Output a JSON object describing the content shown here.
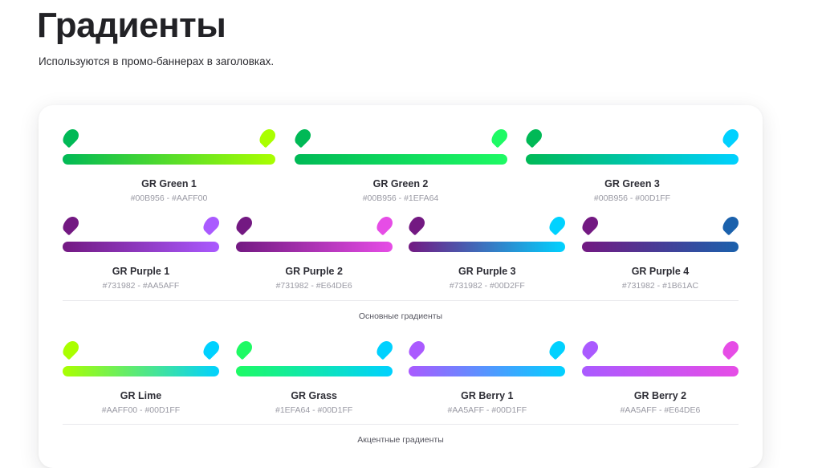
{
  "header": {
    "title": "Градиенты",
    "subtitle": "Используются в промо-баннерах в заголовках."
  },
  "sections": [
    {
      "caption": "Основные градиенты",
      "rows": [
        {
          "items": [
            {
              "name": "GR Green 1",
              "codes": "#00B956 - #AAFF00",
              "from": "#00B956",
              "to": "#AAFF00"
            },
            {
              "name": "GR Green 2",
              "codes": "#00B956 - #1EFA64",
              "from": "#00B956",
              "to": "#1EFA64"
            },
            {
              "name": "GR Green 3",
              "codes": "#00B956 - #00D1FF",
              "from": "#00B956",
              "to": "#00D1FF"
            }
          ]
        },
        {
          "items": [
            {
              "name": "GR Purple 1",
              "codes": "#731982 - #AA5AFF",
              "from": "#731982",
              "to": "#AA5AFF"
            },
            {
              "name": "GR Purple 2",
              "codes": "#731982 - #E64DE6",
              "from": "#731982",
              "to": "#E64DE6"
            },
            {
              "name": "GR Purple 3",
              "codes": "#731982 - #00D2FF",
              "from": "#731982",
              "to": "#00D2FF"
            },
            {
              "name": "GR Purple 4",
              "codes": "#731982 - #1B61AC",
              "from": "#731982",
              "to": "#1B61AC"
            }
          ]
        }
      ]
    },
    {
      "caption": "Акцентные градиенты",
      "rows": [
        {
          "items": [
            {
              "name": "GR Lime",
              "codes": "#AAFF00 - #00D1FF",
              "from": "#AAFF00",
              "to": "#00D1FF"
            },
            {
              "name": "GR Grass",
              "codes": "#1EFA64 - #00D1FF",
              "from": "#1EFA64",
              "to": "#00D1FF"
            },
            {
              "name": "GR Berry 1",
              "codes": "#AA5AFF - #00D1FF",
              "from": "#AA5AFF",
              "to": "#00D1FF"
            },
            {
              "name": "GR Berry 2",
              "codes": "#AA5AFF - #E64DE6",
              "from": "#AA5AFF",
              "to": "#E64DE6"
            }
          ]
        }
      ]
    }
  ],
  "theme": {
    "page_background": "#FFFFFF",
    "card_background": "#FFFFFF",
    "title_color": "#222226",
    "name_color": "#2E2E36",
    "code_color": "#9A9AA4",
    "separator_color": "#E8E8EC"
  }
}
